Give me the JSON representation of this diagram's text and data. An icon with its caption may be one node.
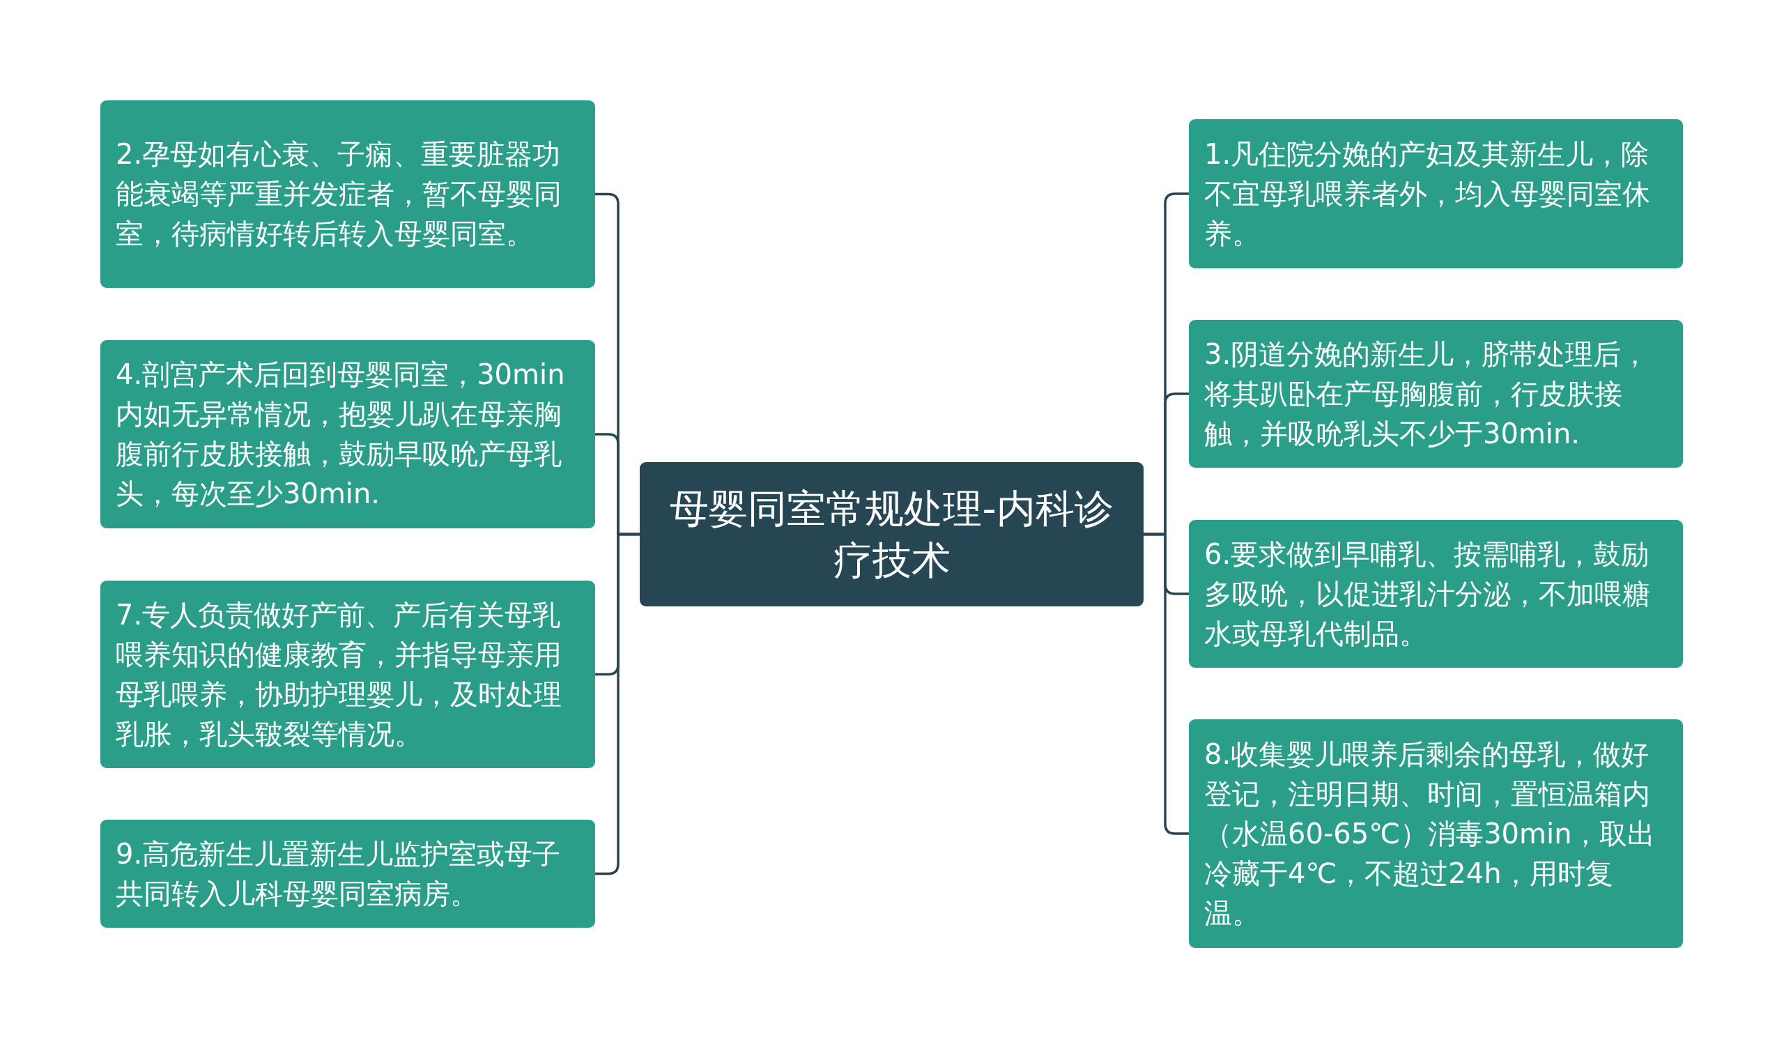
{
  "diagram": {
    "nodes": [
      {
        "text": [
          "母婴同室常规处理-内科诊疗技术"
        ]
      },
      {
        "text": [
          "1.凡住院分娩的产妇及其新生儿，除不宜母乳喂养者外，均入母婴同室休养。"
        ]
      },
      {
        "text": [
          "2.孕母如有心衰、子痫、重要脏器功能衰竭等严重并发症者，暂不母婴同室，待病情好转后转入母婴同室。"
        ]
      },
      {
        "text": [
          "3.阴道分娩的新生儿，脐带处理后，将其趴卧在产母胸腹前，行皮肤接触，并吸吮乳头不少于30min."
        ]
      },
      {
        "text": [
          "4.剖宫产术后回到母婴同室，30min内如无异常情况，抱婴儿趴在母亲胸腹前行皮肤接触，鼓励早吸吮产母乳头，每次至少30min."
        ]
      },
      {
        "text": [
          "6.要求做到早哺乳、按需哺乳，鼓励多吸吮，以促进乳汁分泌，不加喂糖水或母乳代制品。"
        ]
      },
      {
        "text": [
          "7.专人负责做好产前、产后有关母乳喂养知识的健康教育，并指导母亲用母乳喂养，协助护理婴儿，及时处理乳胀，乳头皲裂等情况。"
        ]
      },
      {
        "text": [
          "8.收集婴儿喂养后剩余的母乳，做好登记，注明日期、时间，置恒温箱内（水温60-65℃）消毒30min，取出冷藏于4℃，不超过24h，用时复温。"
        ]
      },
      {
        "text": [
          "9.高危新生儿置新生儿监护室或母子共同转入儿科母婴同室病房。"
        ]
      }
    ],
    "edges": [
      {
        "from": 0,
        "to": 1,
        "arrow": "none"
      },
      {
        "from": 0,
        "to": 2,
        "arrow": "none"
      },
      {
        "from": 0,
        "to": 3,
        "arrow": "none"
      },
      {
        "from": 0,
        "to": 4,
        "arrow": "none"
      },
      {
        "from": 0,
        "to": 5,
        "arrow": "none"
      },
      {
        "from": 0,
        "to": 6,
        "arrow": "none"
      },
      {
        "from": 0,
        "to": 7,
        "arrow": "none"
      },
      {
        "from": 0,
        "to": 8,
        "arrow": "none"
      }
    ]
  }
}
